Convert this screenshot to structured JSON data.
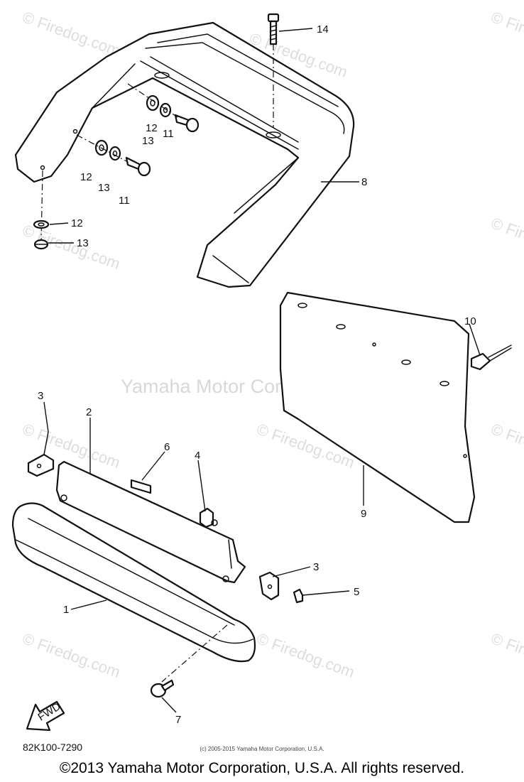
{
  "watermark": {
    "site": "© Firedog.com",
    "company": "Yamaha Motor Corp, U.S.A."
  },
  "callouts": {
    "n1": "1",
    "n2": "2",
    "n3a": "3",
    "n3b": "3",
    "n4": "4",
    "n5": "5",
    "n6": "6",
    "n7": "7",
    "n8": "8",
    "n9": "9",
    "n10": "10",
    "n11a": "11",
    "n11b": "11",
    "n12a": "12",
    "n12b": "12",
    "n12c": "12",
    "n13a": "13",
    "n13b": "13",
    "n13c": "13",
    "n14": "14"
  },
  "fwd_arrow_label": "FWD",
  "diagram_code": "82K100-7290",
  "small_copyright": "(c) 2005-2015 Yamaha Motor Corporation, U.S.A.",
  "footer": "©2013 Yamaha Motor Corporation, U.S.A. All rights reserved."
}
